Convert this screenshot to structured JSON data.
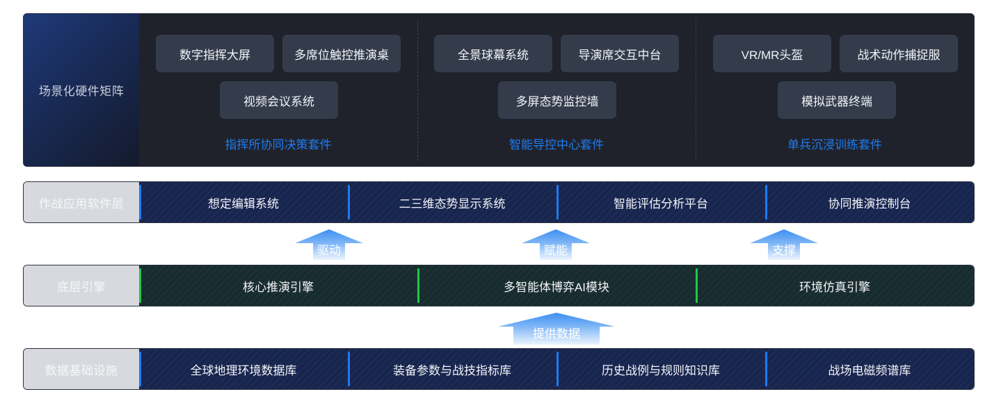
{
  "hardware_layer": {
    "label": "场景化硬件矩阵",
    "groups": [
      {
        "devices": [
          "数字指挥大屏",
          "多席位触控推演桌",
          "视频会议系统"
        ],
        "title": "指挥所协同决策套件"
      },
      {
        "devices": [
          "全景球幕系统",
          "导演席交互中台",
          "多屏态势监控墙"
        ],
        "title": "智能导控中心套件"
      },
      {
        "devices": [
          "VR/MR头盔",
          "战术动作捕捉服",
          "模拟武器终端"
        ],
        "title": "单兵沉浸训练套件"
      }
    ]
  },
  "application_layer": {
    "label": "作战应用软件层",
    "items": [
      "想定编辑系统",
      "二三维态势显示系统",
      "智能评估分析平台",
      "协同推演控制台"
    ]
  },
  "arrows_upper": [
    "驱动",
    "赋能",
    "支撑"
  ],
  "engine_layer": {
    "label": "底层引擎",
    "items": [
      "核心推演引擎",
      "多智能体博弈AI模块",
      "环境仿真引擎"
    ]
  },
  "arrow_lower": "提供数据",
  "data_layer": {
    "label": "数据基础设施",
    "items": [
      "全球地理环境数据库",
      "装备参数与战技指标库",
      "历史战例与规则知识库",
      "战场电磁频谱库"
    ]
  },
  "colors": {
    "accent_blue": "#1d7cf0",
    "accent_green": "#1fc94a",
    "dark_bg": "#20222b"
  }
}
